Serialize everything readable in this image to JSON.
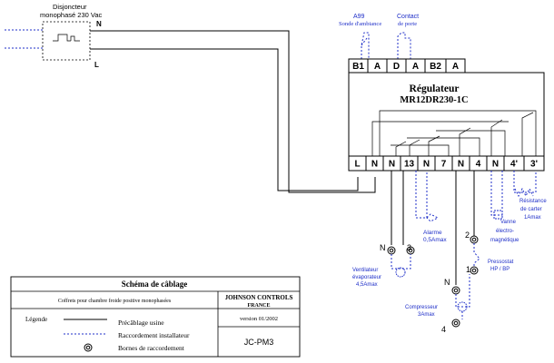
{
  "breaker": {
    "title": "Disjoncteur",
    "subtitle": "monophasé 230 Vac",
    "label_n": "N",
    "label_l": "L"
  },
  "sensors": {
    "a99_code": "A99",
    "a99_name": "Sonde d'ambiance",
    "door_line1": "Contact",
    "door_line2": "de porte"
  },
  "regulator": {
    "title": "Régulateur",
    "model": "MR12DR230-1C",
    "top_terminals": [
      "B1",
      "A",
      "D",
      "A",
      "B2",
      "A"
    ],
    "bottom_terminals": [
      "L",
      "N",
      "N",
      "13",
      "N",
      "7",
      "N",
      "4",
      "N",
      "4'",
      "3'"
    ]
  },
  "components": {
    "alarm_line1": "Alarme",
    "alarm_line2": "0,5Amax",
    "valve_line1": "Vanne",
    "valve_line2": "électro-",
    "valve_line3": "magnétique",
    "heater_line1": "Résistance",
    "heater_line2": "de carter",
    "heater_line3": "1Amax",
    "fan_line1": "Ventilateur",
    "fan_line2": "évaporateur",
    "fan_line3": "4,5Amax",
    "pressostat_line1": "Pressostat",
    "pressostat_line2": "HP / BP",
    "compressor_line1": "Compresseur",
    "compressor_line2": "3Amax"
  },
  "terminal_labels": {
    "fan_n": "N",
    "fan_3": "3",
    "comp_n": "N",
    "press_2": "2",
    "press_1": "1",
    "comp_4": "4"
  },
  "legend": {
    "title": "Schéma de câblage",
    "desc": "Coffrets pour chambre froide positive monophasées",
    "company_line1": "JOHNSON CONTROLS",
    "company_line2": "FRANCE",
    "version": "version 01/2002",
    "legend_label": "Légende",
    "factory_wiring": "Précâblage usine",
    "installer_wiring": "Raccordement installateur",
    "terminals": "Bornes de raccordement",
    "ref": "JC-PM3"
  }
}
